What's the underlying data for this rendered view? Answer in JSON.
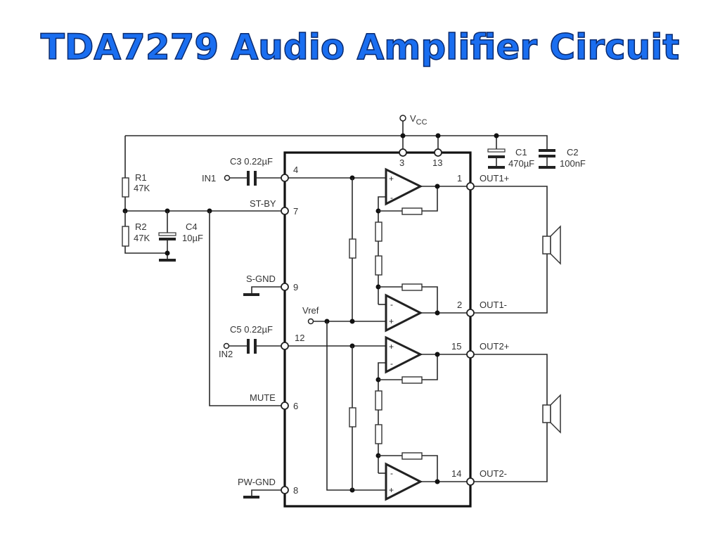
{
  "title": "TDA7279 Audio Amplifier Circuit",
  "colors": {
    "title_fill": "#1a6ef0",
    "title_outline": "#0a2a6e",
    "line": "#2a2a2a"
  },
  "supply": {
    "vcc_label": "V",
    "vcc_sub": "CC"
  },
  "pins": {
    "p3": "3",
    "p13": "13",
    "p4": "4",
    "p7": "7",
    "p9": "9",
    "p12": "12",
    "p6": "6",
    "p8": "8",
    "p1": "1",
    "p2": "2",
    "p15": "15",
    "p14": "14"
  },
  "pin_names": {
    "st_by": "ST-BY",
    "s_gnd": "S-GND",
    "mute": "MUTE",
    "pw_gnd": "PW-GND",
    "vref": "Vref"
  },
  "inputs": {
    "in1": "IN1",
    "in2": "IN2"
  },
  "outputs": {
    "out1p": "OUT1+",
    "out1m": "OUT1-",
    "out2p": "OUT2+",
    "out2m": "OUT2-"
  },
  "components": {
    "r1": {
      "name": "R1",
      "value": "47K"
    },
    "r2": {
      "name": "R2",
      "value": "47K"
    },
    "c1": {
      "name": "C1",
      "value": "470µF"
    },
    "c2": {
      "name": "C2",
      "value": "100nF"
    },
    "c3": {
      "label": "C3 0.22µF"
    },
    "c4": {
      "name": "C4",
      "value": "10µF"
    },
    "c5": {
      "label": "C5 0.22µF"
    }
  },
  "opamp_signs": {
    "plus": "+",
    "minus": "-"
  }
}
